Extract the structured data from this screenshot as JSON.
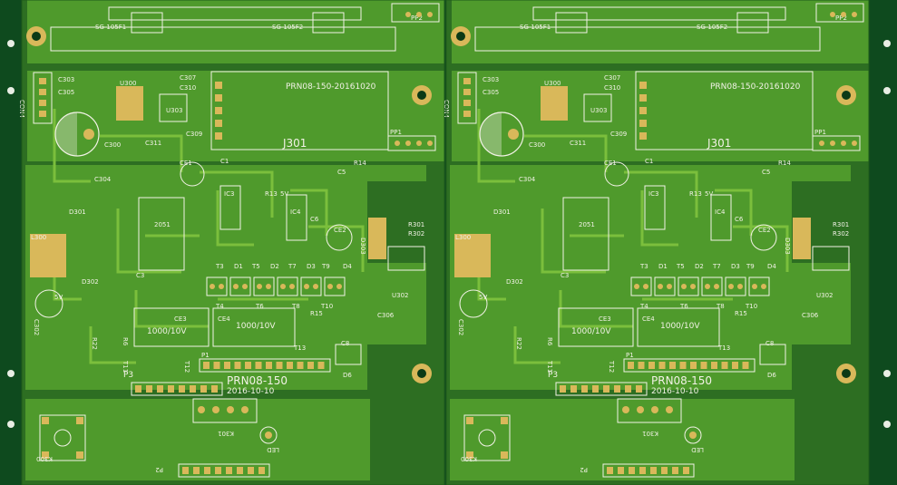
{
  "colors": {
    "board_edge": "#0e4a1e",
    "board": "#2d6e22",
    "pour": "#4f9a2c",
    "trace": "#7bbf3c",
    "silk": "#f2f2e6",
    "pad": "#d9b85a",
    "hole": "#0b3a16"
  },
  "panels": [
    {
      "j301": "J301",
      "part_date": "PRN08-150-20161020",
      "product": "PRN08-150",
      "date": "2016-10-10",
      "sg1": "SG-105F1",
      "sg2": "SG-105F2",
      "pp2": "PP2",
      "pp1": "PP1",
      "con4": "CON4",
      "c303": "C303",
      "c305": "C305",
      "c300": "C300",
      "u300": "U300",
      "c307": "C307",
      "c310": "C310",
      "u303": "U303",
      "c309": "C309",
      "c311": "C311",
      "c304": "C304",
      "ce1": "CE1",
      "c1": "C1",
      "ic3": "IC3",
      "ic4": "IC4",
      "r13": "R13",
      "v5a": "5V",
      "ce2": "CE2",
      "c6": "C6",
      "c5": "C5",
      "r14": "R14",
      "d301": "D301",
      "l300": "L300",
      "mcu": "2051",
      "d302": "D302",
      "v5b": "5V",
      "c302": "C302",
      "r22": "R22",
      "r6": "R6",
      "c3": "C3",
      "ce3": "CE3",
      "cap_a": "1000/10V",
      "ce4": "CE4",
      "cap_b": "1000/10V",
      "p1": "P1",
      "p3": "P3",
      "d303": "D303",
      "r301": "R301",
      "r302": "R302",
      "u302": "U302",
      "c306": "C306",
      "c8": "C8",
      "d6": "D6",
      "r15": "R15",
      "t13": "T13",
      "k301": "K301",
      "k300": "K300",
      "led": "LED",
      "p2": "P2",
      "t3": "T3",
      "d1": "D1",
      "t5": "T5",
      "d2": "D2",
      "t7": "T7",
      "d3": "D3",
      "t9": "T9",
      "d4": "D4",
      "t4": "T4",
      "t6": "T6",
      "t8": "T8",
      "t10": "T10",
      "t11": "T11",
      "t12": "T12"
    },
    {
      "j301": "J301",
      "part_date": "PRN08-150-20161020",
      "product": "PRN08-150",
      "date": "2016-10-10",
      "sg1": "SG-105F1",
      "sg2": "SG-105F2",
      "pp2": "PP2",
      "pp1": "PP1",
      "con4": "CON4",
      "c303": "C303",
      "c305": "C305",
      "c300": "C300",
      "u300": "U300",
      "c307": "C307",
      "c310": "C310",
      "u303": "U303",
      "c309": "C309",
      "c311": "C311",
      "c304": "C304",
      "ce1": "CE1",
      "c1": "C1",
      "ic3": "IC3",
      "ic4": "IC4",
      "r13": "R13",
      "v5a": "5V",
      "ce2": "CE2",
      "c6": "C6",
      "c5": "C5",
      "r14": "R14",
      "d301": "D301",
      "l300": "L300",
      "mcu": "2051",
      "d302": "D302",
      "v5b": "5V",
      "c302": "C302",
      "r22": "R22",
      "r6": "R6",
      "c3": "C3",
      "ce3": "CE3",
      "cap_a": "1000/10V",
      "ce4": "CE4",
      "cap_b": "1000/10V",
      "p1": "P1",
      "p3": "P3",
      "d303": "D303",
      "r301": "R301",
      "r302": "R302",
      "u302": "U302",
      "c306": "C306",
      "c8": "C8",
      "d6": "D6",
      "r15": "R15",
      "t13": "T13",
      "k301": "K301",
      "k300": "K300",
      "led": "LED",
      "p2": "P2",
      "t3": "T3",
      "d1": "D1",
      "t5": "T5",
      "d2": "D2",
      "t7": "T7",
      "d3": "D3",
      "t9": "T9",
      "d4": "D4",
      "t4": "T4",
      "t6": "T6",
      "t8": "T8",
      "t10": "T10",
      "t11": "T11",
      "t12": "T12"
    }
  ]
}
